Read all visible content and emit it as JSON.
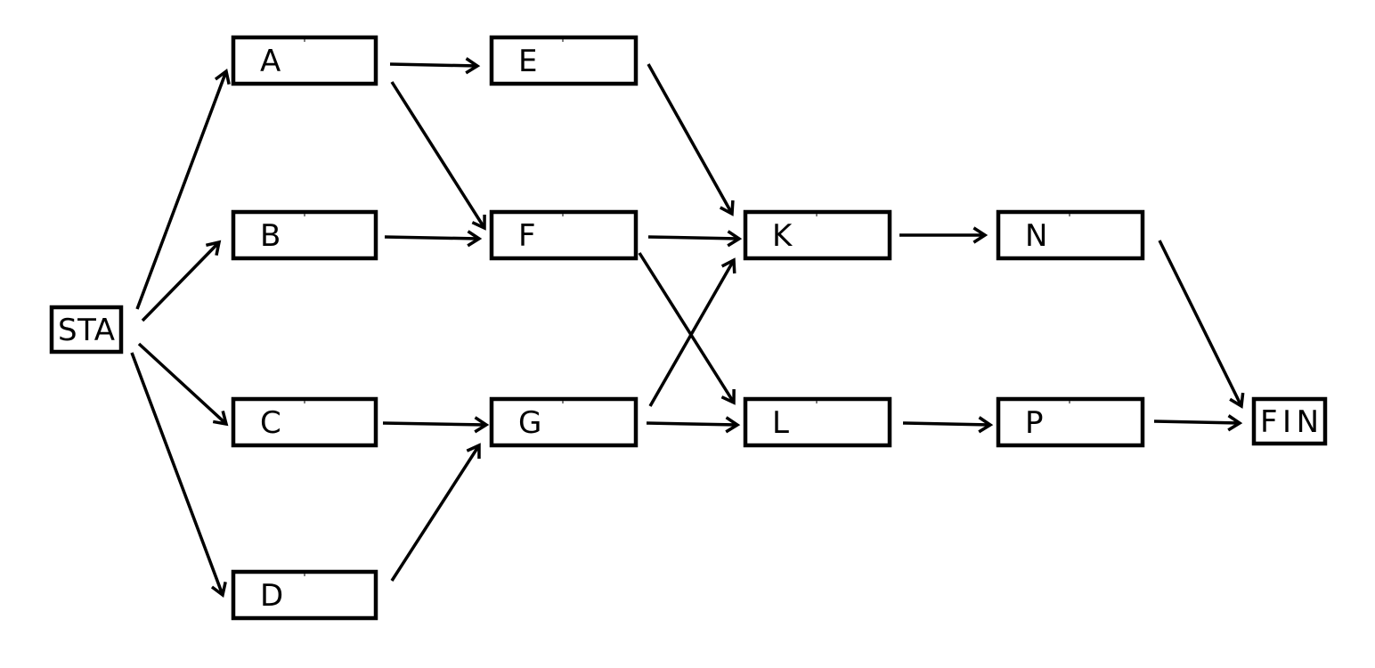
{
  "nodes": [
    {
      "id": "STA",
      "label": "STA",
      "kind": "terminal"
    },
    {
      "id": "A",
      "label": "A",
      "kind": "activity"
    },
    {
      "id": "B",
      "label": "B",
      "kind": "activity"
    },
    {
      "id": "C",
      "label": "C",
      "kind": "activity"
    },
    {
      "id": "D",
      "label": "D",
      "kind": "activity"
    },
    {
      "id": "E",
      "label": "E",
      "kind": "activity"
    },
    {
      "id": "F",
      "label": "F",
      "kind": "activity"
    },
    {
      "id": "G",
      "label": "G",
      "kind": "activity"
    },
    {
      "id": "K",
      "label": "K",
      "kind": "activity"
    },
    {
      "id": "L",
      "label": "L",
      "kind": "activity"
    },
    {
      "id": "N",
      "label": "N",
      "kind": "activity"
    },
    {
      "id": "P",
      "label": "P",
      "kind": "activity"
    },
    {
      "id": "FIN",
      "label": "FIN",
      "kind": "terminal"
    }
  ],
  "edges": [
    {
      "from": "STA",
      "to": "A"
    },
    {
      "from": "STA",
      "to": "B"
    },
    {
      "from": "STA",
      "to": "C"
    },
    {
      "from": "STA",
      "to": "D"
    },
    {
      "from": "A",
      "to": "E"
    },
    {
      "from": "A",
      "to": "F"
    },
    {
      "from": "B",
      "to": "F"
    },
    {
      "from": "C",
      "to": "G"
    },
    {
      "from": "D",
      "to": "G"
    },
    {
      "from": "E",
      "to": "K"
    },
    {
      "from": "F",
      "to": "K"
    },
    {
      "from": "F",
      "to": "L"
    },
    {
      "from": "G",
      "to": "K"
    },
    {
      "from": "G",
      "to": "L"
    },
    {
      "from": "K",
      "to": "N"
    },
    {
      "from": "L",
      "to": "P"
    },
    {
      "from": "N",
      "to": "FIN"
    },
    {
      "from": "P",
      "to": "FIN"
    }
  ]
}
